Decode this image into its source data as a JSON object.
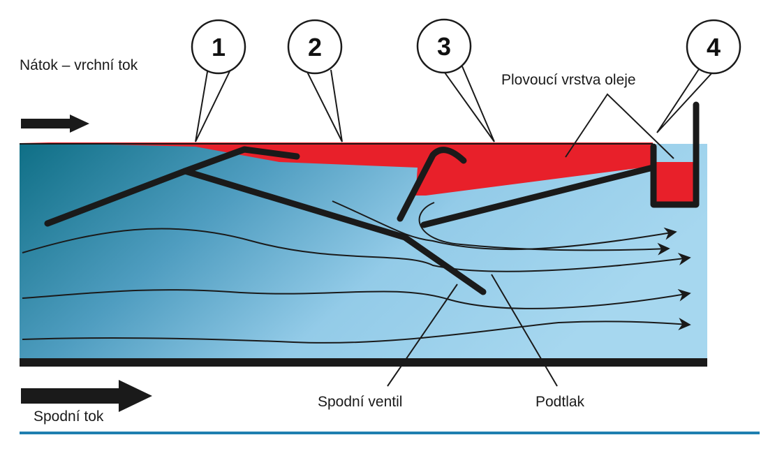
{
  "labels": {
    "inflow_top": "Nátok – vrchní tok",
    "oil_layer": "Plovoucí vrstva oleje",
    "bottom_valve": "Spodní ventil",
    "underpressure": "Podtlak",
    "bottom_flow": "Spodní tok"
  },
  "callouts": [
    "1",
    "2",
    "3",
    "4"
  ],
  "colors": {
    "water_deep": "#0f6f86",
    "water_light": "#9fd2ec",
    "oil": "#e8202a",
    "structure": "#1a1a1a",
    "footer_rule": "#1f7fb0"
  }
}
